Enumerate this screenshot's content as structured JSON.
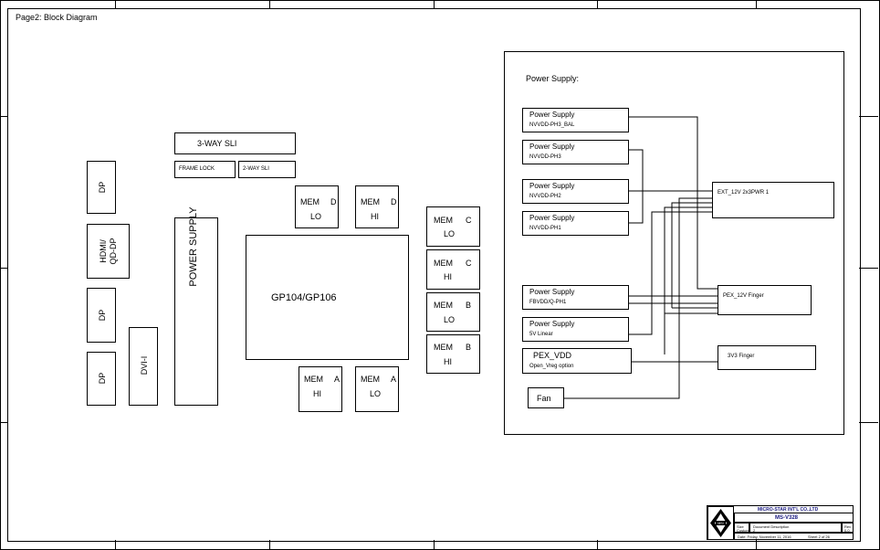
{
  "page_title": "Page2: Block Diagram",
  "sli": {
    "three_way": "3-WAY SLI",
    "frame_lock": "FRAME LOCK",
    "two_way": "2-WAY SLI"
  },
  "outputs": {
    "dp1": "DP",
    "hdmi": "HDMI/\nQD-DP",
    "dp2": "DP",
    "dp3": "DP",
    "dvi": "DVI-I"
  },
  "power_supply_vertical": "POWER SUPPLY",
  "gpu": "GP104/GP106",
  "mem": {
    "d_lo": {
      "name": "MEM",
      "ch": "D",
      "rank": "LO"
    },
    "d_hi": {
      "name": "MEM",
      "ch": "D",
      "rank": "HI"
    },
    "c_lo": {
      "name": "MEM",
      "ch": "C",
      "rank": "LO"
    },
    "c_hi": {
      "name": "MEM",
      "ch": "C",
      "rank": "HI"
    },
    "b_lo": {
      "name": "MEM",
      "ch": "B",
      "rank": "LO"
    },
    "b_hi": {
      "name": "MEM",
      "ch": "B",
      "rank": "HI"
    },
    "a_hi": {
      "name": "MEM",
      "ch": "A",
      "rank": "HI"
    },
    "a_lo": {
      "name": "MEM",
      "ch": "A",
      "rank": "LO"
    }
  },
  "power_panel": {
    "title": "Power Supply:",
    "blocks": [
      {
        "title": "Power Supply",
        "sub": "NVVDD-PH3_BAL"
      },
      {
        "title": "Power Supply",
        "sub": "NVVDD-PH3"
      },
      {
        "title": "Power Supply",
        "sub": "NVVDD-PH2"
      },
      {
        "title": "Power Supply",
        "sub": "NVVDD-PH1"
      },
      {
        "title": "Power Supply",
        "sub": "FBVDD/Q-PH1"
      },
      {
        "title": "Power Supply",
        "sub": "5V Linear"
      },
      {
        "title": "PEX_VDD",
        "sub": "Open_Vreg option"
      }
    ],
    "fan": "Fan",
    "sources": {
      "ext": "EXT_12V 2x3PWR 1",
      "pex12": "PEX_12V Finger",
      "v33": "3V3 Finger"
    }
  },
  "title_block": {
    "company": "MICRO-STAR INT'L CO.,LTD",
    "model": "MS-V328",
    "size_label": "Size",
    "size_value": "Custom",
    "doc_label": "Document Description",
    "doc_value": "2",
    "rev_label": "Rev",
    "rev_value": "0.0",
    "date_label": "Date: Friday, November 11, 2016",
    "sheet_label": "Sheet 2 of 26"
  }
}
